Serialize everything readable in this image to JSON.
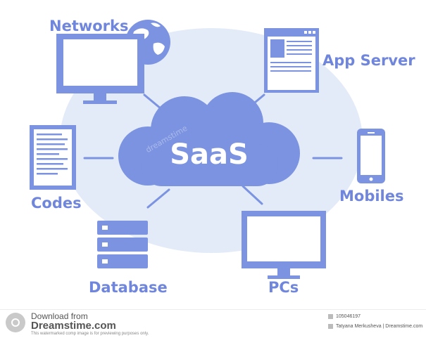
{
  "diagram": {
    "center_label": "SaaS",
    "nodes": {
      "networks": "Networks",
      "app_server": "App Server",
      "codes": "Codes",
      "mobiles": "Mobiles",
      "database": "Database",
      "pcs": "PCs"
    },
    "watermark": "dreamstime"
  },
  "colors": {
    "primary": "#7b93e0",
    "light_bg": "#e3ebf8",
    "connector": "#6f86dc"
  },
  "footer": {
    "download_from": "Download from",
    "site": "Dreamstime.com",
    "disclaimer": "This watermarked comp image is for previewing purposes only.",
    "image_id": "105046197",
    "author": "Tatyana Merkusheva | Dreamstime.com"
  }
}
